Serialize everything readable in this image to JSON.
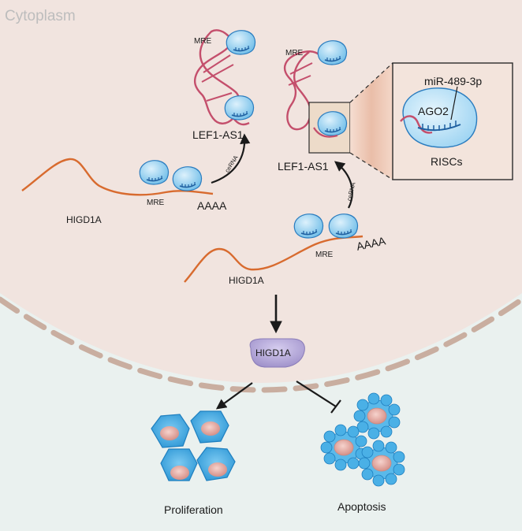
{
  "region_label": "Cytoplasm",
  "labels": {
    "mre_top_left": "MRE",
    "mre_top_right": "MRE",
    "mre_mid_left": "MRE",
    "mre_mid_right": "MRE",
    "lncrna_left": "LEF1-AS1",
    "lncrna_right": "LEF1-AS1",
    "mrna_left": "HIGD1A",
    "mrna_right": "HIGD1A",
    "polya_left": "AAAA",
    "polya_right": "AAAA",
    "cerna_left": "ceRNA",
    "cerna_right": "ceRNA",
    "protein": "HIGD1A",
    "proliferation": "Proliferation",
    "apoptosis": "Apoptosis"
  },
  "inset": {
    "mirna": "miR-489-3p",
    "ago": "AGO2",
    "complex": "RISCs"
  },
  "colors": {
    "cytoplasm": "#f1e4df",
    "nucleus_bg": "#eaf1ef",
    "membrane": "#c9aea0",
    "risc_fill": "#8fcdef",
    "risc_stroke": "#2a7cbf",
    "lncrna": "#c44f6c",
    "mrna": "#d86b2f",
    "protein": "#b3a6d6",
    "cell_blue": "#4ab0e6",
    "nucleus_pink": "#e6aaa2"
  }
}
